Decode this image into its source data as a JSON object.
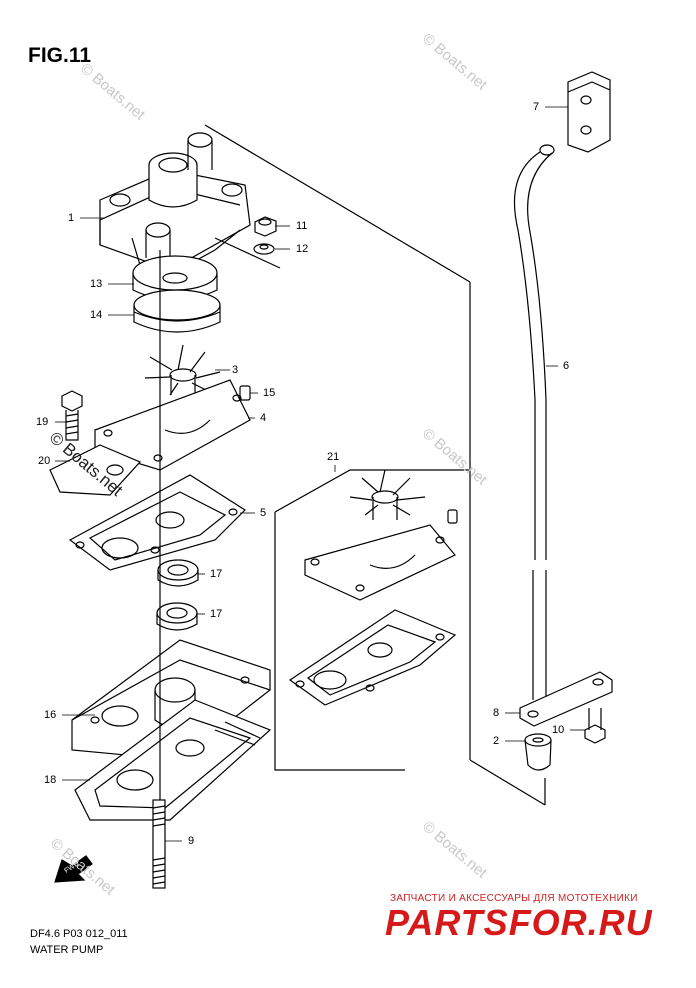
{
  "figure": {
    "title": "FIG.11"
  },
  "callouts": {
    "c1": "1",
    "c2": "2",
    "c3": "3",
    "c4": "4",
    "c5": "5",
    "c6": "6",
    "c7": "7",
    "c8": "8",
    "c9": "9",
    "c10": "10",
    "c11": "11",
    "c12": "12",
    "c13": "13",
    "c14": "14",
    "c15": "15",
    "c16": "16",
    "c17a": "17",
    "c17b": "17",
    "c18": "18",
    "c19": "19",
    "c20": "20",
    "c21": "21"
  },
  "watermark": {
    "text": "© Boats.net"
  },
  "fwd_label": "FWD",
  "footer": {
    "code": "DF4.6 P03 012_011",
    "name": "WATER PUMP"
  },
  "branding": {
    "tagline": "ЗАПЧАСТИ И АКСЕССУАРЫ ДЛЯ МОТОТЕХНИКИ",
    "logo": "PARTSFOR.RU"
  },
  "colors": {
    "line": "#000000",
    "brand": "#d61a1a",
    "watermark": "#c8c8c8"
  }
}
